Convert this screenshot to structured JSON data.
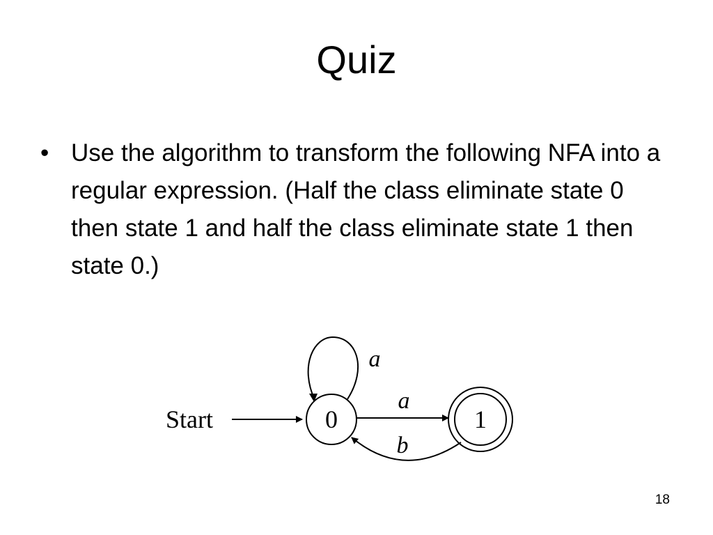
{
  "slide": {
    "title": "Quiz",
    "bullets": [
      "Use the algorithm to transform the following NFA into a regular expression. (Half the class eliminate state 0 then state 1 and half the class eliminate state 1 then state 0.)"
    ],
    "page_number": "18"
  },
  "nfa": {
    "start_label": "Start",
    "states": [
      {
        "label": "0",
        "accepting": false,
        "initial": true
      },
      {
        "label": "1",
        "accepting": true,
        "initial": false
      }
    ],
    "transitions": [
      {
        "from": "0",
        "to": "0",
        "symbol": "a"
      },
      {
        "from": "0",
        "to": "1",
        "symbol": "a"
      },
      {
        "from": "1",
        "to": "0",
        "symbol": "b"
      }
    ]
  }
}
